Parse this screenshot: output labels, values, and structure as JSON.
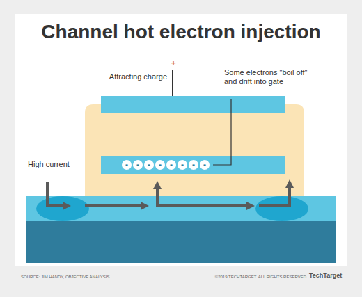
{
  "diagram": {
    "title": "Channel hot electron injection",
    "nodes": [
      {
        "text": [
          "-"
        ]
      },
      {
        "text": [
          "-"
        ]
      },
      {
        "text": [
          "-"
        ]
      },
      {
        "text": [
          "-"
        ]
      },
      {
        "text": [
          "-"
        ]
      },
      {
        "text": [
          "-"
        ]
      },
      {
        "text": [
          "-"
        ]
      },
      {
        "text": [
          "-"
        ]
      }
    ],
    "labels": [
      "+",
      "Attracting charge",
      "Some electrons \"boil off\" and drift into gate",
      "High current",
      "SOURCE: JIM HANDY, OBJECTIVE ANALYSIS",
      "©2019 TECHTARGET. ALL RIGHTS RESERVED",
      "TechTarget"
    ]
  }
}
